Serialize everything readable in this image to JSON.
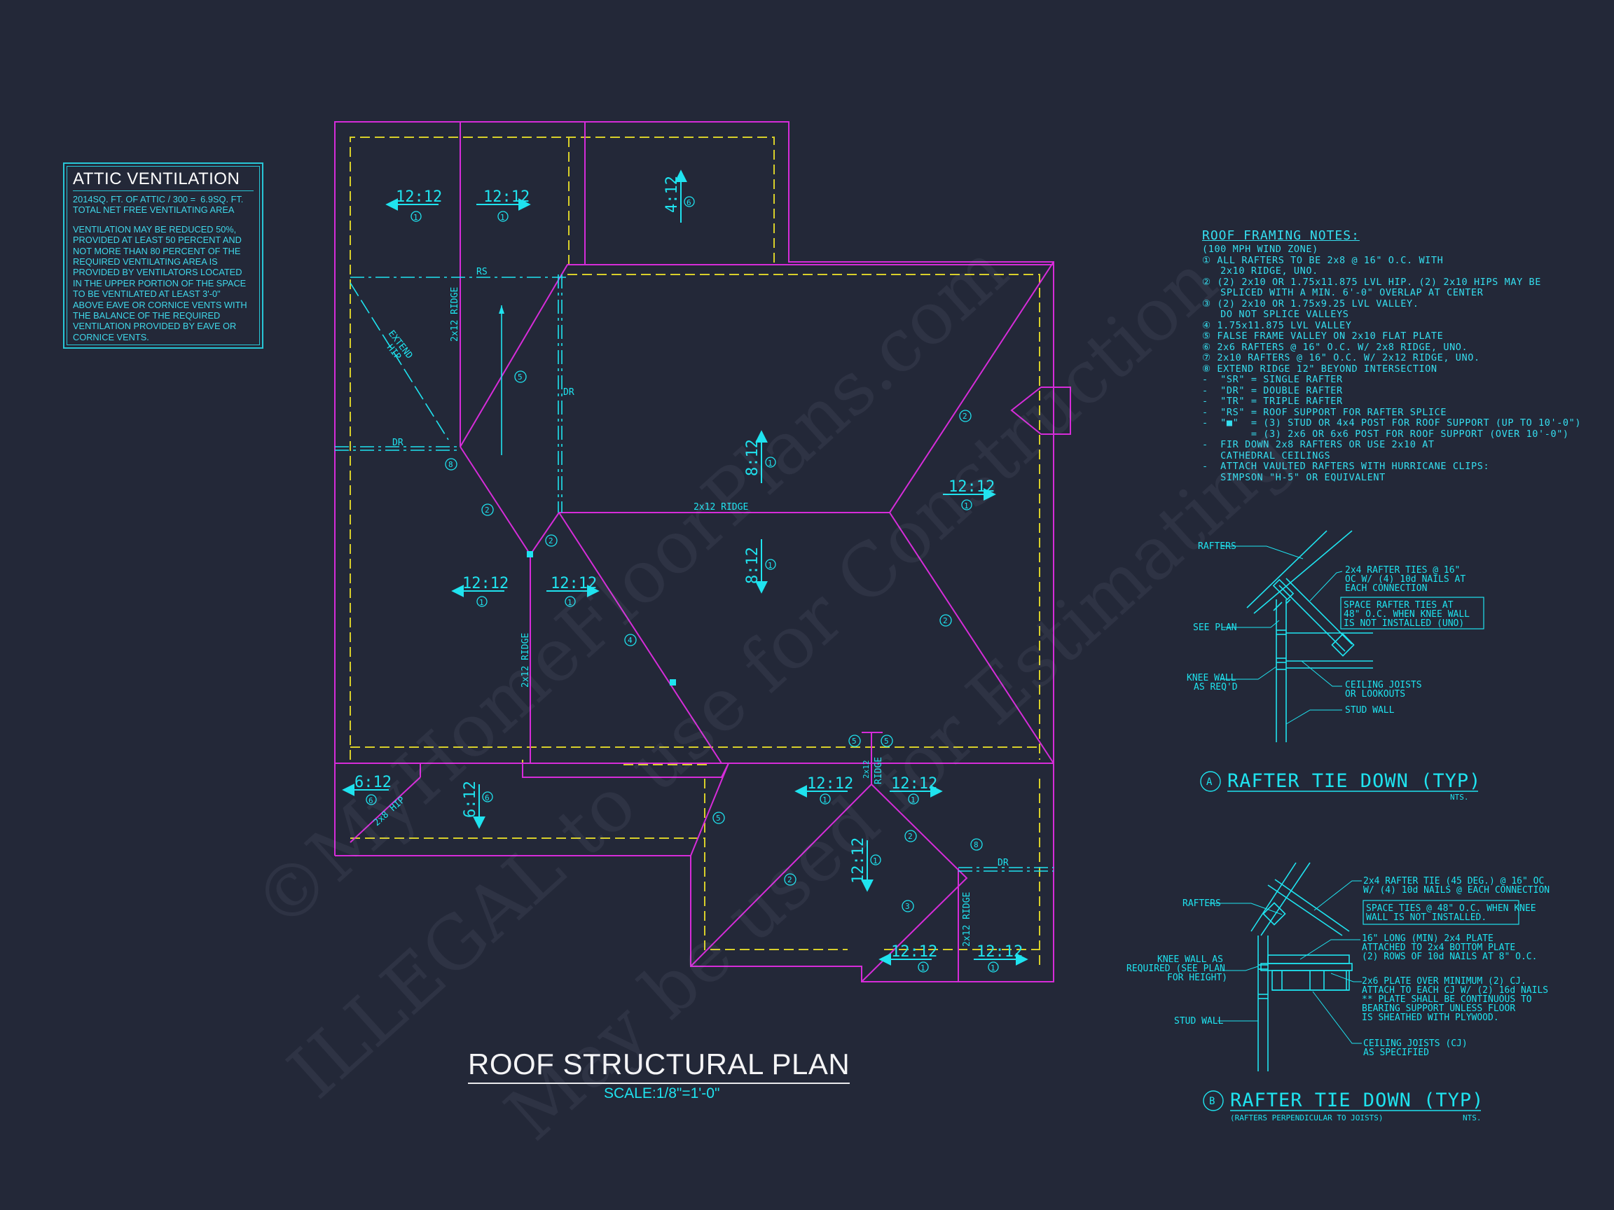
{
  "colors": {
    "background": "#232838",
    "walls": "#d62cd9",
    "overhang": "#d8cf2a",
    "annotation": "#1fe3ef",
    "title": "#f4f4f6"
  },
  "attic_ventilation": {
    "title": "ATTIC VENTILATION",
    "calc_line1": "2014SQ. FT. OF ATTIC / 300 =  6.9SQ. FT.",
    "calc_line2": "TOTAL NET FREE VENTILATING AREA",
    "body": [
      "VENTILATION MAY BE REDUCED 50%,",
      "PROVIDED AT LEAST 50 PERCENT AND",
      "NOT MORE THAN 80 PERCENT OF THE",
      "REQUIRED VENTILATING AREA IS",
      "PROVIDED BY VENTILATORS LOCATED",
      "IN THE UPPER PORTION OF THE SPACE",
      "TO BE VENTILATED AT LEAST 3'-0\"",
      "ABOVE EAVE OR CORNICE VENTS WITH",
      "THE BALANCE OF THE REQUIRED",
      "VENTILATION PROVIDED BY EAVE OR",
      "CORNICE VENTS."
    ]
  },
  "plan": {
    "title": "ROOF STRUCTURAL PLAN",
    "scale": "SCALE:1/8\"=1'-0\"",
    "labels": {
      "rs": "RS",
      "dr": "DR",
      "ridge_2x12": "2x12 RIDGE",
      "extend": "EXTEND",
      "hip": "HIP",
      "hip_2x8": "2x8 HIP",
      "ridge_short": "RIDGE",
      "p2x12": "2x12"
    },
    "pitches": {
      "p12": "12:12",
      "p4": "4:12",
      "p8": "8:12",
      "p6": "6:12"
    },
    "callouts": [
      "1",
      "2",
      "3",
      "4",
      "5",
      "6",
      "8"
    ]
  },
  "framing_notes": {
    "title": "ROOF FRAMING NOTES:",
    "lines": [
      "(100 MPH WIND ZONE)",
      "① ALL RAFTERS TO BE 2x8 @ 16\" O.C. WITH",
      "   2x10 RIDGE, UNO.",
      "② (2) 2x10 OR 1.75x11.875 LVL HIP. (2) 2x10 HIPS MAY BE",
      "   SPLICED WITH A MIN. 6'-0\" OVERLAP AT CENTER",
      "③ (2) 2x10 OR 1.75x9.25 LVL VALLEY.",
      "   DO NOT SPLICE VALLEYS",
      "④ 1.75x11.875 LVL VALLEY",
      "⑤ FALSE FRAME VALLEY ON 2x10 FLAT PLATE",
      "⑥ 2x6 RAFTERS @ 16\" O.C. W/ 2x8 RIDGE, UNO.",
      "⑦ 2x10 RAFTERS @ 16\" O.C. W/ 2x12 RIDGE, UNO.",
      "⑧ EXTEND RIDGE 12\" BEYOND INTERSECTION",
      "-  \"SR\" = SINGLE RAFTER",
      "-  \"DR\" = DOUBLE RAFTER",
      "-  \"TR\" = TRIPLE RAFTER",
      "-  \"RS\" = ROOF SUPPORT FOR RAFTER SPLICE",
      "-  \"■\"  = (3) STUD OR 4x4 POST FOR ROOF SUPPORT (UP TO 10'-0\")",
      "        = (3) 2x6 OR 6x6 POST FOR ROOF SUPPORT (OVER 10'-0\")",
      "-  FIR DOWN 2x8 RAFTERS OR USE 2x10 AT",
      "   CATHEDRAL CEILINGS",
      "-  ATTACH VAULTED RAFTERS WITH HURRICANE CLIPS:",
      "   SIMPSON \"H-5\" OR EQUIVALENT"
    ]
  },
  "detail_a": {
    "marker": "A",
    "title": "RAFTER TIE DOWN (TYP)",
    "nts": "NTS.",
    "rafters": "RAFTERS",
    "see_plan": "SEE PLAN",
    "knee_wall_1": "KNEE WALL",
    "knee_wall_2": "AS REQ'D",
    "ties_1": "2x4 RAFTER TIES @ 16\"",
    "ties_2": "OC W/ (4) 10d NAILS AT",
    "ties_3": "EACH CONNECTION",
    "space_1": "SPACE RAFTER TIES AT",
    "space_2": "48\" O.C. WHEN KNEE WALL",
    "space_3": "IS NOT INSTALLED (UNO)",
    "joists_1": "CEILING JOISTS",
    "joists_2": "OR LOOKOUTS",
    "stud_wall": "STUD WALL"
  },
  "detail_b": {
    "marker": "B",
    "title": "RAFTER TIE DOWN (TYP)",
    "subtitle": "(RAFTERS PERPENDICULAR TO JOISTS)",
    "nts": "NTS.",
    "rafters": "RAFTERS",
    "knee_1": "KNEE WALL AS",
    "knee_2": "REQUIRED (SEE PLAN",
    "knee_3": "FOR HEIGHT)",
    "stud_wall": "STUD WALL",
    "tie_1": "2x4 RAFTER TIE (45 DEG.) @ 16\" OC",
    "tie_2": "W/ (4) 10d NAILS @ EACH CONNECTION",
    "space_1": "SPACE TIES @ 48\" O.C. WHEN KNEE",
    "space_2": "WALL IS NOT INSTALLED.",
    "plate_1": "16\" LONG (MIN) 2x4 PLATE",
    "plate_2": "ATTACHED TO 2x4 BOTTOM PLATE",
    "plate_3": "(2) ROWS OF 10d NAILS AT 8\" O.C.",
    "cj_1": "2x6 PLATE OVER MINIMUM (2) CJ.",
    "cj_2": "ATTACH TO EACH CJ W/ (2) 16d NAILS",
    "cj_3": "** PLATE SHALL BE CONTINUOUS TO",
    "cj_4": "BEARING SUPPORT UNLESS FLOOR",
    "cj_5": "IS SHEATHED WITH PLYWOOD.",
    "cj_6": "CEILING JOISTS (CJ)",
    "cj_7": "AS SPECIFIED"
  },
  "watermark": {
    "line1": "©MyHomeFloorPlans.com",
    "line2": "ILLEGAL to use for Construction",
    "line3": "May be used for Estimating"
  }
}
